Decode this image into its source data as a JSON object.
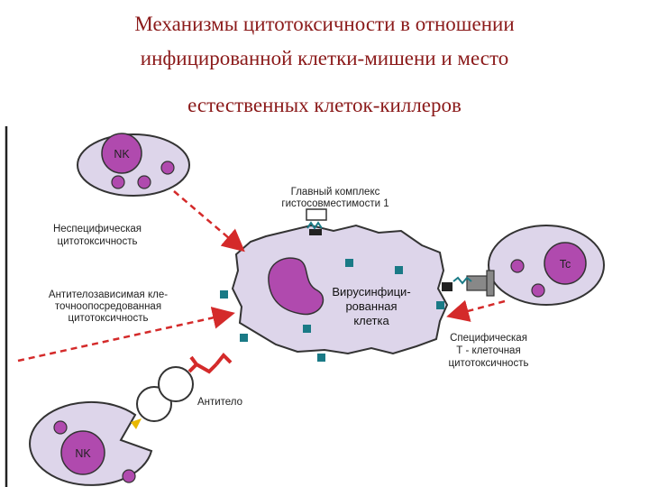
{
  "title": {
    "line1": "Механизмы цитотоксичности в отношении",
    "line2": "инфицированной клетки-мишени и место",
    "line3": "естественных клеток-киллеров"
  },
  "cells": {
    "nk_top": "NK",
    "nk_bottom": "NK",
    "tc": "Tc",
    "target": [
      "Вирусинфици-",
      "рованная",
      "клетка"
    ]
  },
  "labels": {
    "mhc": [
      "Главный комплекс",
      "гистосовместимости 1"
    ],
    "nonspecific": [
      "Неспецифическая",
      "цитотоксичность"
    ],
    "adcc": [
      "Антителозависимая кле-",
      "точноопосредованная",
      "цитотоксичность"
    ],
    "specific": [
      "Специфическая",
      "Т - клеточная",
      "цитотоксичность"
    ],
    "antibody": "Антитело"
  },
  "colors": {
    "title": "#8b1a1a",
    "cell_fill": "#ddd5ea",
    "nucleus": "#b04aae",
    "arrow": "#d42a2a",
    "receptor": "#1a7a86",
    "yellow_tip": "#e8b800"
  }
}
